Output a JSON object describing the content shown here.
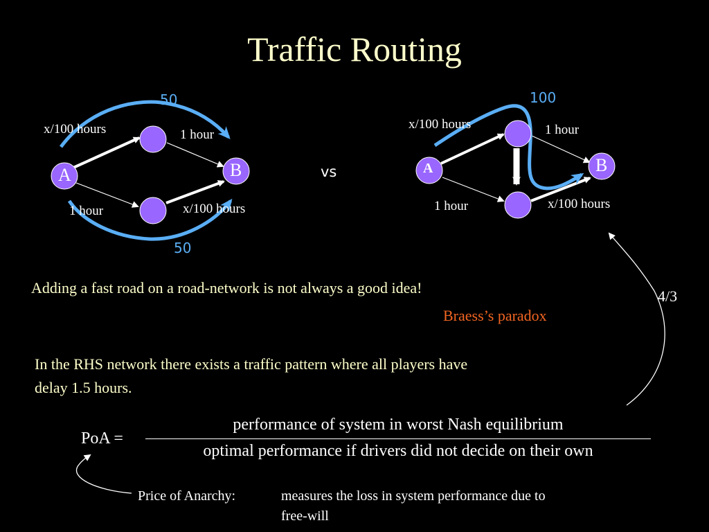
{
  "title": "Traffic Routing",
  "vs_label": "vs",
  "left_network": {
    "node_a": "A",
    "node_b": "B",
    "top_left_edge": "x/100 hours",
    "top_right_edge": "1 hour",
    "bottom_left_edge": "1 hour",
    "bottom_right_edge": "x/100 hours",
    "flow_top": "50",
    "flow_bottom": "50"
  },
  "right_network": {
    "node_a": "A",
    "node_b": "B",
    "top_left_edge": "x/100 hours",
    "top_right_edge": "1 hour",
    "bottom_left_edge": "1 hour",
    "bottom_right_edge": "x/100 hours",
    "flow_top": "100"
  },
  "statement": "Adding  a fast road on a road-network is not always a good idea!",
  "paradox_name": "Braess’s paradox",
  "ratio_label": "4/3",
  "rhs_text_line1": "In the RHS network there exists a traffic pattern where all players have",
  "rhs_text_line2": "delay 1.5 hours.",
  "poa": {
    "lhs": "PoA =",
    "numerator": "performance of system in worst Nash equilibrium",
    "denominator": "optimal performance if drivers did not decide on their own"
  },
  "poa_definition_label": "Price of Anarchy:",
  "poa_definition_line1": "measures the loss in system performance due to",
  "poa_definition_line2": "free-will",
  "colors": {
    "node_fill": "#9966ff",
    "flow_arrow": "#5aaef5",
    "title": "#ffffcc",
    "paradox": "#f26522"
  }
}
